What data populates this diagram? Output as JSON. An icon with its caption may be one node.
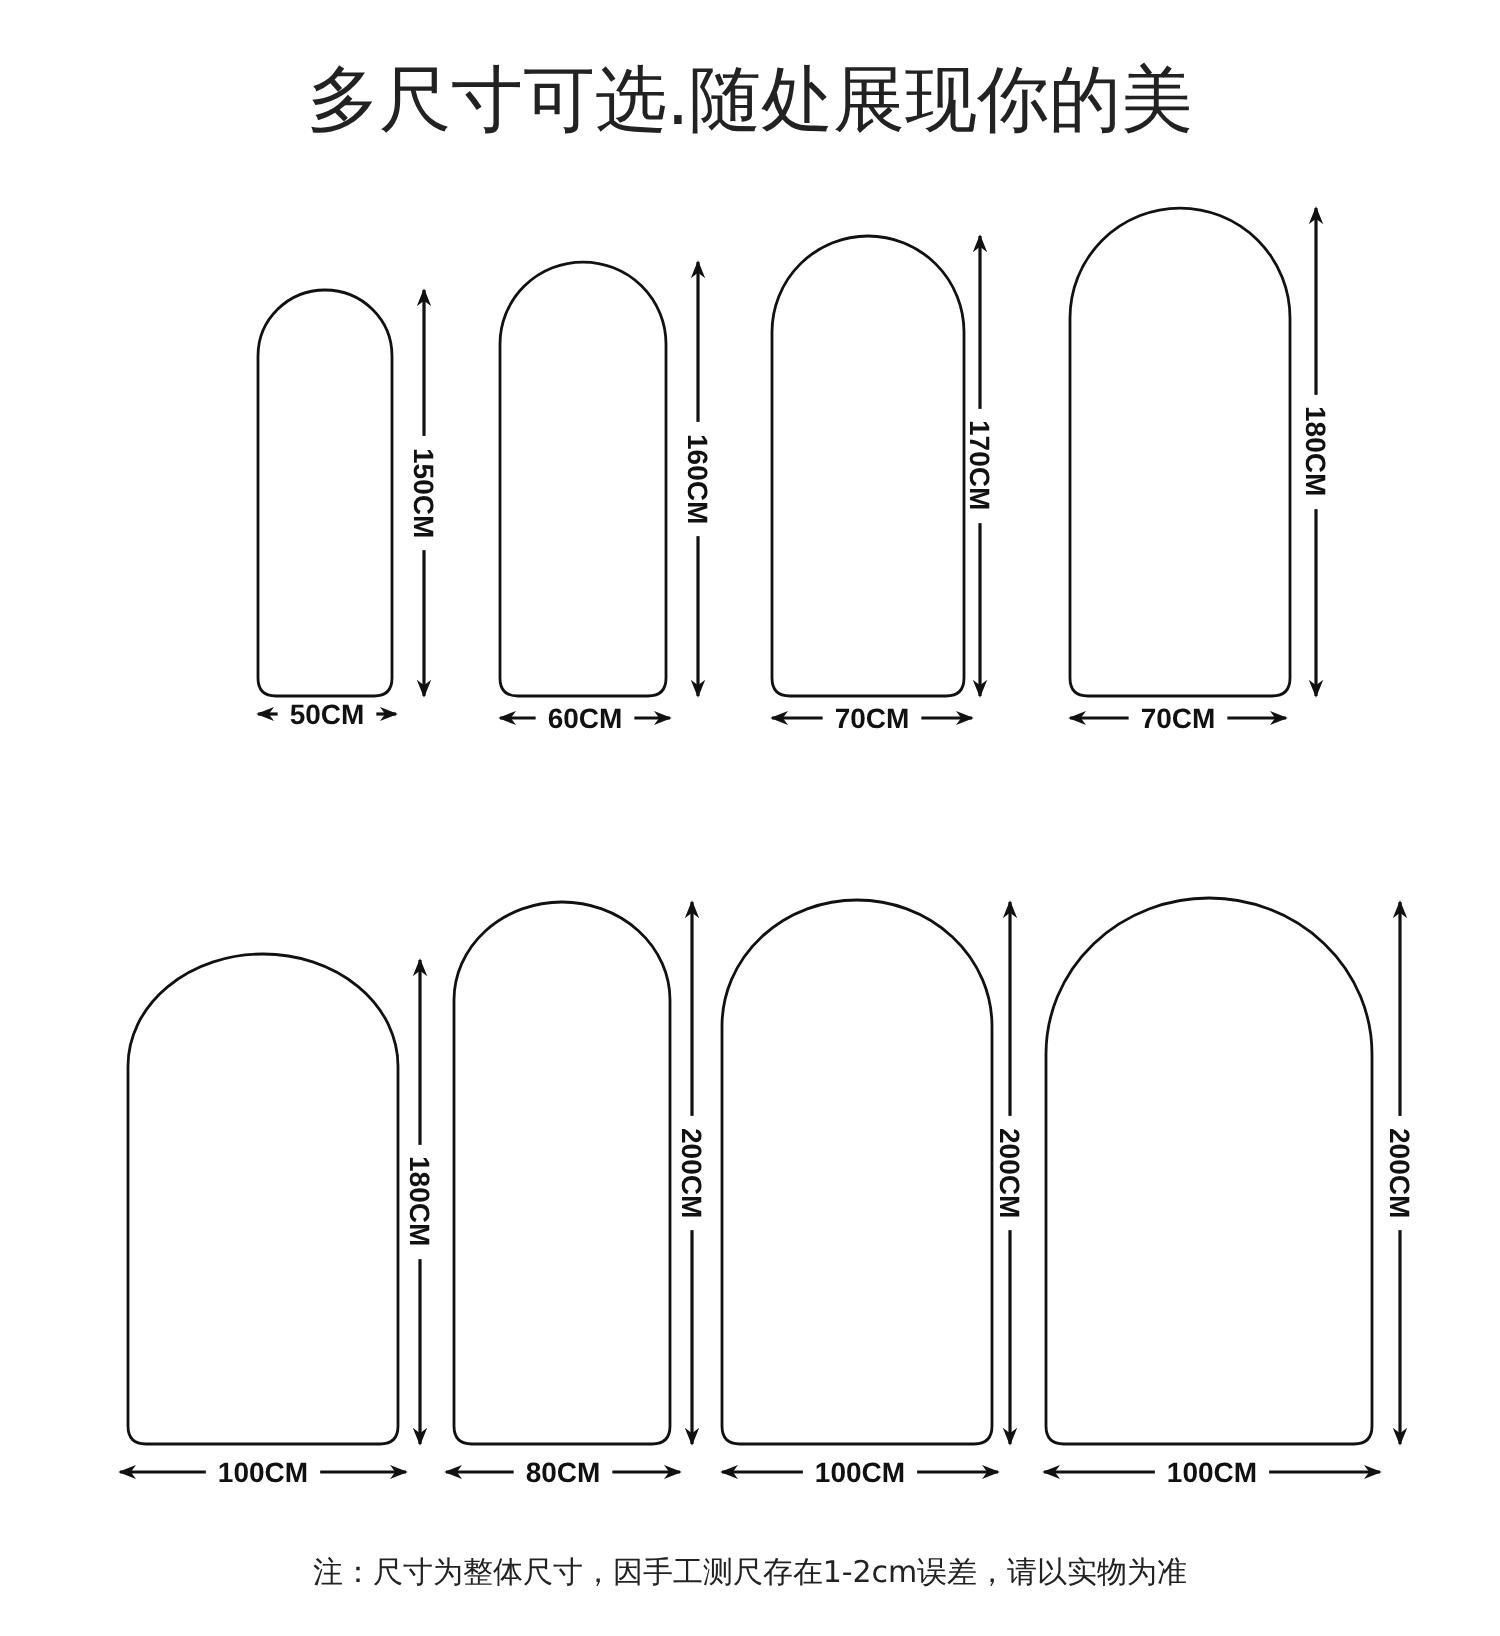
{
  "diagram": {
    "title": "多尺寸可选.随处展现你的美",
    "nodes": [
      {
        "text": [],
        "shape": "arch"
      },
      {
        "text": [],
        "shape": "arch"
      },
      {
        "text": [],
        "shape": "arch"
      },
      {
        "text": [],
        "shape": "arch"
      },
      {
        "text": [],
        "shape": "arch"
      },
      {
        "text": [],
        "shape": "arch"
      },
      {
        "text": [],
        "shape": "arch"
      },
      {
        "text": [],
        "shape": "arch"
      }
    ],
    "edges": [],
    "labels": [
      "150CM",
      "160CM",
      "170CM",
      "180CM",
      "50CM",
      "60CM",
      "70CM",
      "70CM",
      "180CM",
      "200CM",
      "200CM",
      "200CM",
      "100CM",
      "80CM",
      "100CM",
      "100CM",
      "注：尺寸为整体尺寸，因手工测尺存在1-2cm误差，请以实物为准"
    ]
  }
}
